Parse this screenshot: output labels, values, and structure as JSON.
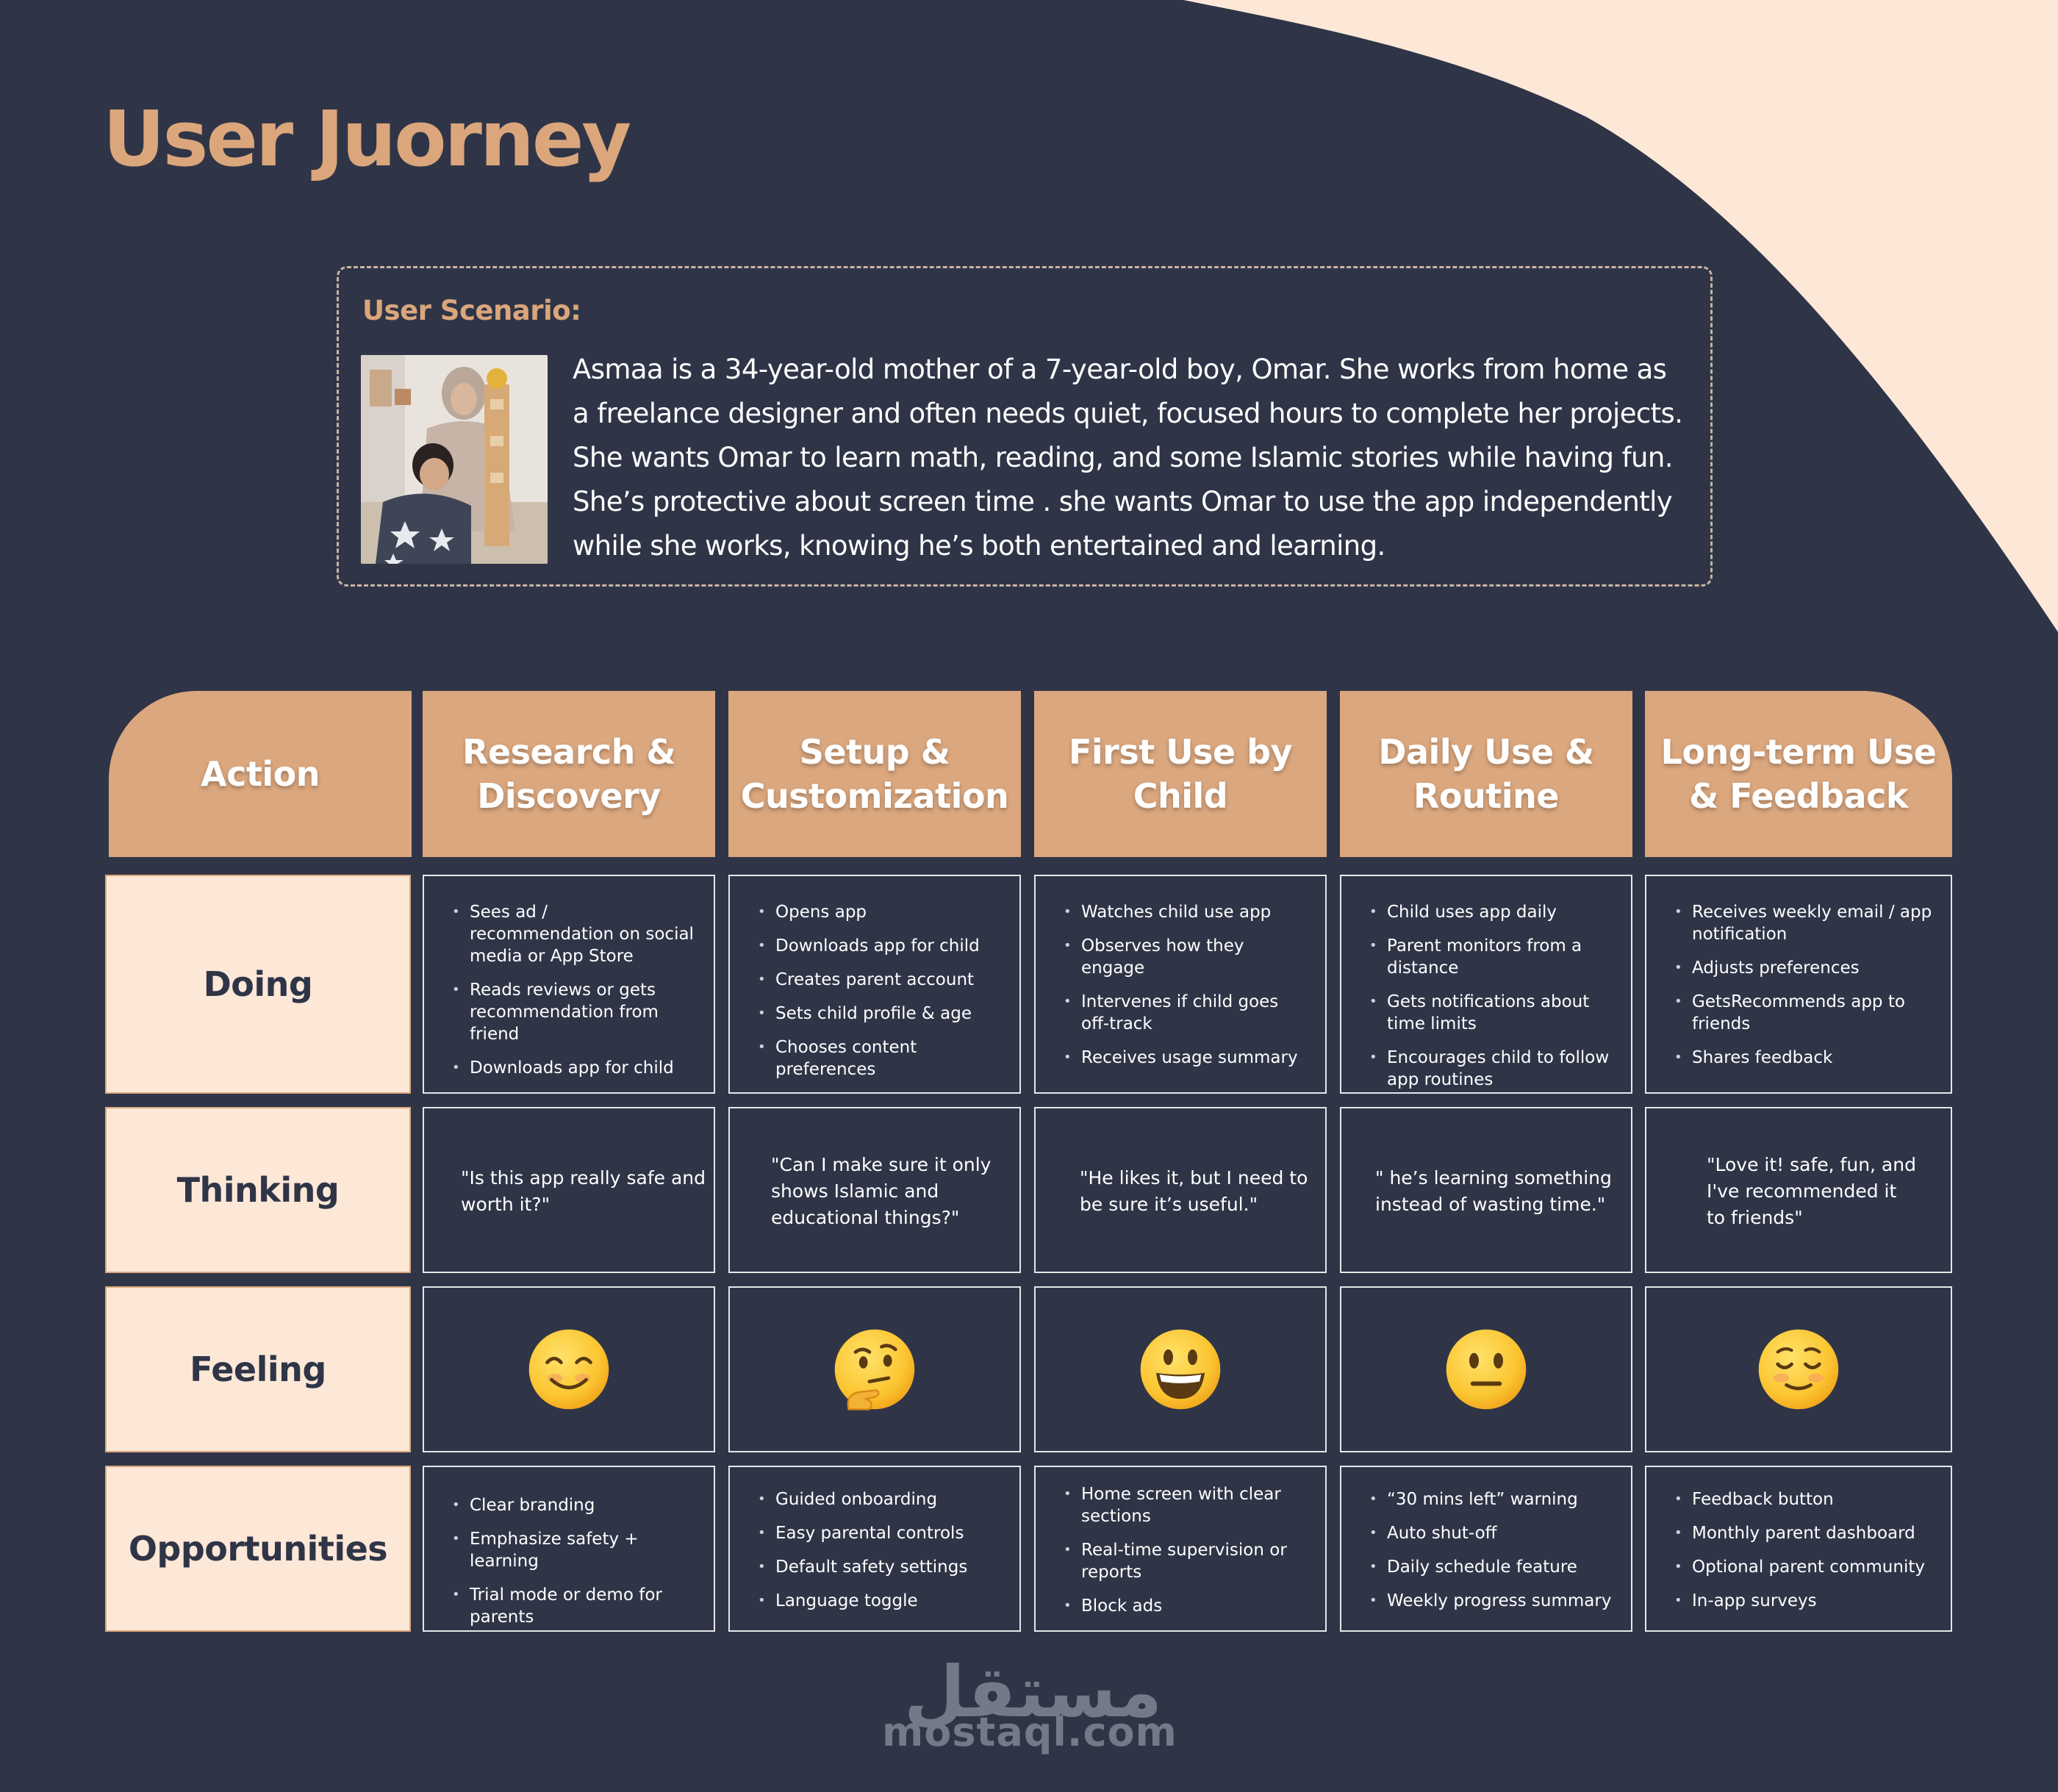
{
  "page": {
    "title": "User Juorney",
    "colors": {
      "background": "#2f3547",
      "accent": "#dba77e",
      "cream": "#fde8d8",
      "text": "#ffffff"
    }
  },
  "scenario": {
    "label": "User Scenario:",
    "text": "Asmaa is a 34-year-old mother of a 7-year-old boy, Omar. She works from home as a freelance designer and often needs quiet, focused hours to complete her projects. She wants Omar to learn math, reading, and some Islamic stories while having fun. She’s protective about screen time . she wants Omar to use the app independently while she works, knowing he’s both entertained and learning."
  },
  "table": {
    "action_label": "Action",
    "stages": [
      "Research & Discovery",
      "Setup & Customization",
      "First Use by Child",
      "Daily Use & Routine",
      "Long-term Use & Feedback"
    ],
    "row_labels": {
      "doing": "Doing",
      "thinking": "Thinking",
      "feeling": "Feeling",
      "opportunities": "Opportunities"
    },
    "doing": [
      [
        "Sees ad / recommendation on social media or App Store",
        "Reads reviews or gets recommendation from friend",
        "Downloads app for child"
      ],
      [
        "Opens app",
        "Downloads app for child",
        "Creates parent account",
        "Sets child profile & age",
        "Chooses content preferences"
      ],
      [
        "Watches child use app",
        "Observes how they engage",
        "Intervenes if child goes off-track",
        "Receives usage summary"
      ],
      [
        "Child uses app daily",
        "Parent monitors from a distance",
        "Gets notifications about time limits",
        "Encourages child to follow app routines"
      ],
      [
        "Receives weekly email / app notification",
        "Adjusts preferences",
        "GetsRecommends app to friends",
        "Shares feedback"
      ]
    ],
    "thinking": [
      "\"Is this app really safe and\nworth it?\"",
      "\"Can I make sure it only\nshows Islamic and\neducational things?\"",
      "\"He likes it, but I need to\nbe sure it’s useful.\"",
      "\" he’s learning something\ninstead of wasting time.\"",
      "\"Love it! safe, fun, and\nI've recommended it\nto friends\""
    ],
    "feeling": [
      "smiling-face-emoji",
      "thinking-face-emoji",
      "grinning-face-emoji",
      "neutral-face-emoji",
      "relieved-face-emoji"
    ],
    "opportunities": [
      [
        "Clear branding",
        "Emphasize safety + learning",
        " Trial mode or demo for parents"
      ],
      [
        "Guided onboarding",
        "Easy parental controls",
        "Default safety settings",
        "Language toggle"
      ],
      [
        "Home screen with clear sections",
        "Real-time supervision or reports",
        "Block ads"
      ],
      [
        "“30 mins left” warning",
        "Auto shut-off",
        "Daily schedule feature",
        "Weekly progress summary"
      ],
      [
        "Feedback button",
        "Monthly parent dashboard",
        "Optional parent community",
        "In-app surveys"
      ]
    ]
  },
  "watermark": {
    "arabic": "مستقل",
    "latin": "mostaql.com"
  }
}
